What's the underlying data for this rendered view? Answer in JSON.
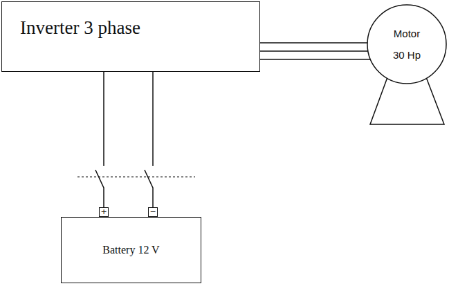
{
  "diagram": {
    "nodes": [
      {
        "text": [
          "Inverter 3 phase"
        ]
      },
      {
        "text": [
          "Motor",
          "30 Hp"
        ]
      },
      {
        "text": [
          "Battery 12 V"
        ]
      }
    ],
    "edges": [
      {
        "from": 0,
        "to": 1,
        "arrow": "none"
      },
      {
        "from": 0,
        "to": 1,
        "arrow": "none"
      },
      {
        "from": 0,
        "to": 1,
        "arrow": "none"
      },
      {
        "from": 0,
        "to": 2,
        "arrow": "none"
      },
      {
        "from": 0,
        "to": 2,
        "arrow": "none"
      }
    ],
    "labels": [
      "+",
      "−"
    ]
  }
}
